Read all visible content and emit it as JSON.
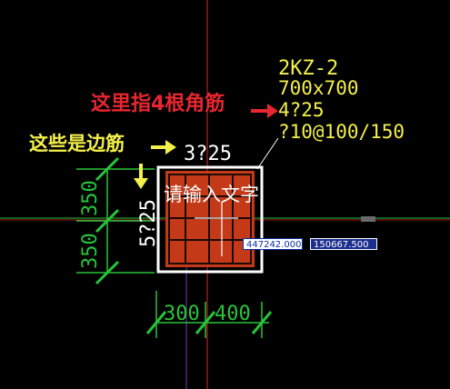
{
  "column": {
    "name": "2KZ-2",
    "section": "700x700",
    "corner_bars": "4?25",
    "stirrup": "?10@100/150",
    "top_bars": "3?25",
    "side_bars": "5?25"
  },
  "dimensions": {
    "left": [
      "350",
      "350"
    ],
    "bottom": [
      "300",
      "400"
    ]
  },
  "annotations": {
    "corner_note": "这里指4根角筋",
    "edge_note": "这些是边筋"
  },
  "text_input": {
    "hint": "请输入文字",
    "coord_x": "447242.000",
    "coord_y": "150667.500"
  },
  "colors": {
    "background": "#000000",
    "cad_text": "#f4f04a",
    "section_outline": "#ffffff",
    "hatch": "#c43a18",
    "rebar": "#ffffff",
    "dimension": "#27c43a",
    "crosshair_h": "#d62828",
    "crosshair_v": "#d62828",
    "annotation_red": "#e8262f",
    "annotation_yellow": "#f4f04a"
  }
}
